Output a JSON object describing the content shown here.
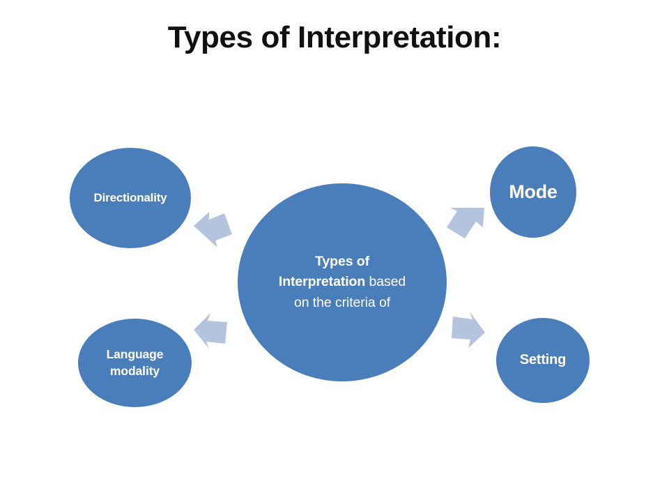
{
  "slide": {
    "title": "Types of Interpretation:",
    "background_color": "#ffffff",
    "bubble_color": "#4a7ebb",
    "arrow_color": "#b5c4de",
    "title_color": "#101010",
    "bubble_text_color": "#ffffff"
  },
  "diagram": {
    "type": "radial-relationship",
    "center": {
      "name": "center-bubble",
      "line1_bold": "Types of",
      "line2_bold": "Interpretation",
      "line2_rest": " based",
      "line3": "on the criteria of",
      "full_text": "Types of Interpretation based on the criteria of"
    },
    "nodes": [
      {
        "id": "directionality",
        "label": "Directionality",
        "position": "top-left"
      },
      {
        "id": "mode",
        "label": "Mode",
        "position": "top-right"
      },
      {
        "id": "language-modality",
        "label": "Language\nmodality",
        "label_line1": "Language",
        "label_line2": "modality",
        "position": "bottom-left"
      },
      {
        "id": "setting",
        "label": "Setting",
        "position": "bottom-right"
      }
    ],
    "arrows": [
      {
        "id": "arrow-to-directionality",
        "from": "center",
        "to": "directionality",
        "direction": "up-left",
        "icon": "block-arrow-icon"
      },
      {
        "id": "arrow-to-mode",
        "from": "center",
        "to": "mode",
        "direction": "up-right",
        "icon": "block-arrow-icon"
      },
      {
        "id": "arrow-to-language-modality",
        "from": "center",
        "to": "language-modality",
        "direction": "down-left",
        "icon": "block-arrow-icon"
      },
      {
        "id": "arrow-to-setting",
        "from": "center",
        "to": "setting",
        "direction": "down-right",
        "icon": "block-arrow-icon"
      }
    ]
  }
}
